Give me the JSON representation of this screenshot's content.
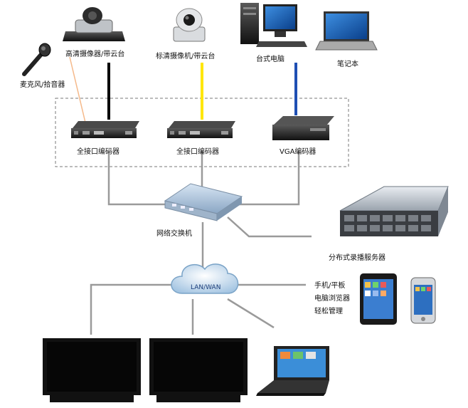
{
  "labels": {
    "hd_camera": "高清摄像器/带云台",
    "sd_camera": "标清摄像机/带云台",
    "desktop": "台式电脑",
    "laptop": "笔记本",
    "microphone": "麦克风/拾音器",
    "encoder_full_1": "全接口编码器",
    "encoder_full_2": "全接口编码器",
    "encoder_vga": "VGA编码器",
    "switch": "网络交换机",
    "server": "分布式录播服务器",
    "lan_wan": "LAN/WAN",
    "mobile_line1": "手机/平板",
    "mobile_line2": "电脑浏览器",
    "mobile_line3": "轻松管理"
  },
  "icons": [
    "hd-camera-icon",
    "sd-camera-icon",
    "desktop-computer-icon",
    "laptop-icon",
    "microphone-icon",
    "encoder-icon",
    "vga-encoder-icon",
    "network-switch-icon",
    "server-icon",
    "cloud-icon",
    "tablet-icon",
    "phone-icon",
    "monitor-icon",
    "netbook-icon"
  ],
  "colors": {
    "audio_cable": "#f5b98a",
    "hd_video_cable": "#000000",
    "sd_video_cable": "#ffe600",
    "vga_cable": "#1f4fb3",
    "network_cable": "#9a9a9a",
    "group_border": "#7a7a7a"
  }
}
